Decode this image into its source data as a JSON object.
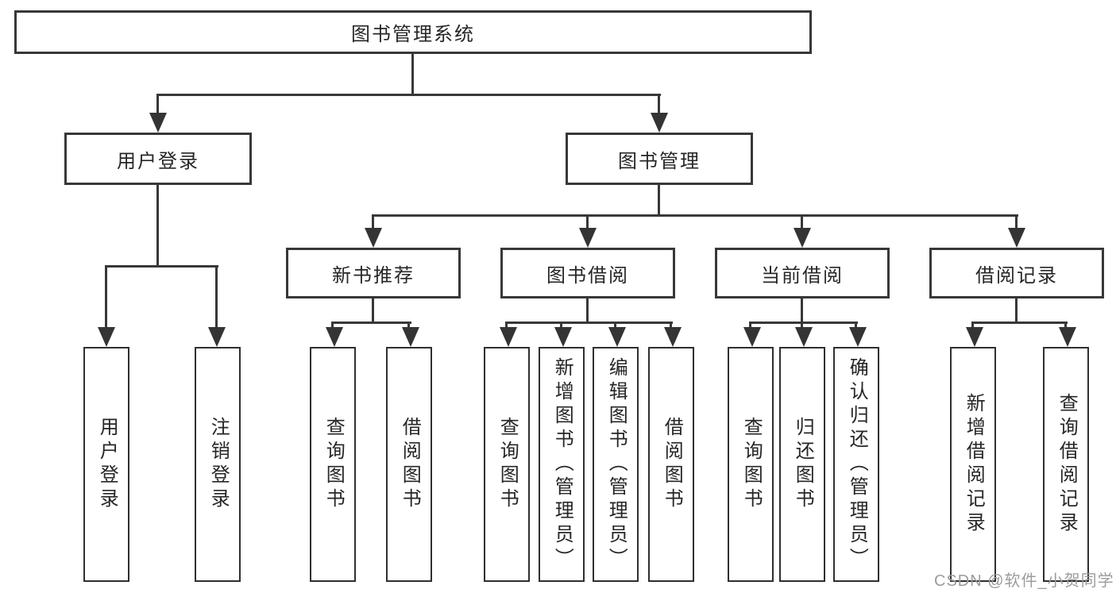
{
  "diagram": {
    "root_label": "图书管理系统",
    "level1": {
      "login": "用户登录",
      "manage": "图书管理"
    },
    "level2": {
      "recommend": "新书推荐",
      "borrow": "图书借阅",
      "current": "当前借阅",
      "records": "借阅记录"
    },
    "leaves": {
      "login": [
        "用户登录",
        "注销登录"
      ],
      "recommend": [
        "查询图书",
        "借阅图书"
      ],
      "borrow": [
        "查询图书",
        "新增图书（管理员）",
        "编辑图书（管理员）",
        "借阅图书"
      ],
      "current": [
        "查询图书",
        "归还图书",
        "确认归还（管理员）"
      ],
      "records": [
        "新增借阅记录",
        "查询借阅记录"
      ]
    }
  },
  "watermark": "CSDN @软件_小贺同学",
  "colors": {
    "line": "#383838",
    "box_border": "#383838",
    "text": "#262626",
    "watermark": "#9c9c9c",
    "background": "#ffffff"
  }
}
